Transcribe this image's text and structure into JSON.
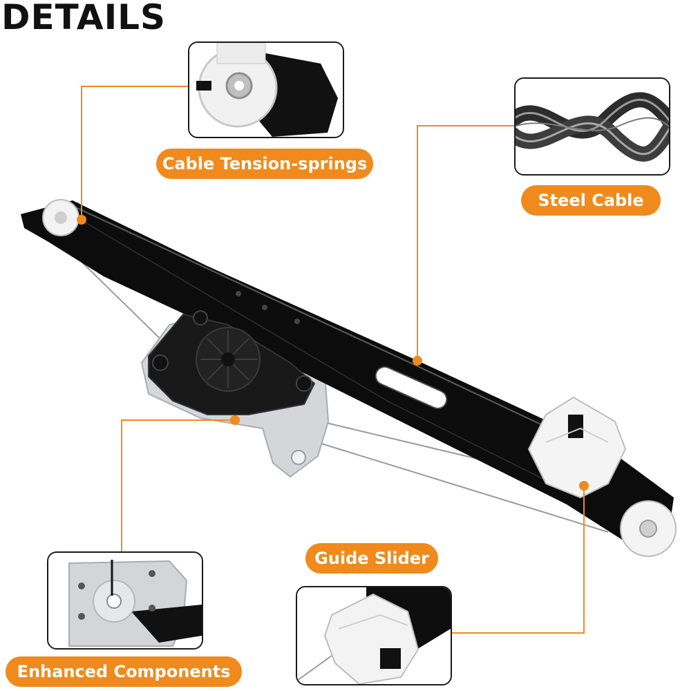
{
  "heading": "DETAILS",
  "labels": {
    "tension": "Cable Tension-springs",
    "steel": "Steel Cable",
    "slider": "Guide Slider",
    "components": "Enhanced Components"
  },
  "colors": {
    "accent": "#f08a1c",
    "rail": "#0c0c0c",
    "frame": "#1a1a1a"
  }
}
